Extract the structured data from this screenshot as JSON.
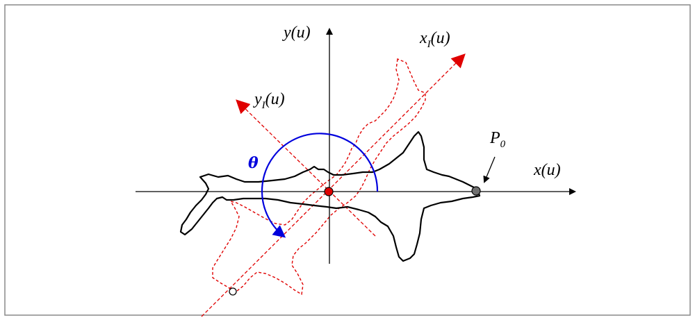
{
  "labels": {
    "x_axis": "x(u)",
    "y_axis": "y(u)",
    "x1_base": "x",
    "x1_sub": "I",
    "x1_tail": "(u)",
    "y1_base": "y",
    "y1_sub": "I",
    "y1_tail": "(u)",
    "theta": "θ",
    "p0_base": "P",
    "p0_sub": "0"
  },
  "colors": {
    "axes": "#000000",
    "original_shape": "#000000",
    "rotated_shape": "#e00000",
    "rotated_axes": "#e00000",
    "angle_arc": "#0000dd",
    "centroid": "#e00000",
    "start_point": "#707070",
    "frame_border": "#888888"
  }
}
